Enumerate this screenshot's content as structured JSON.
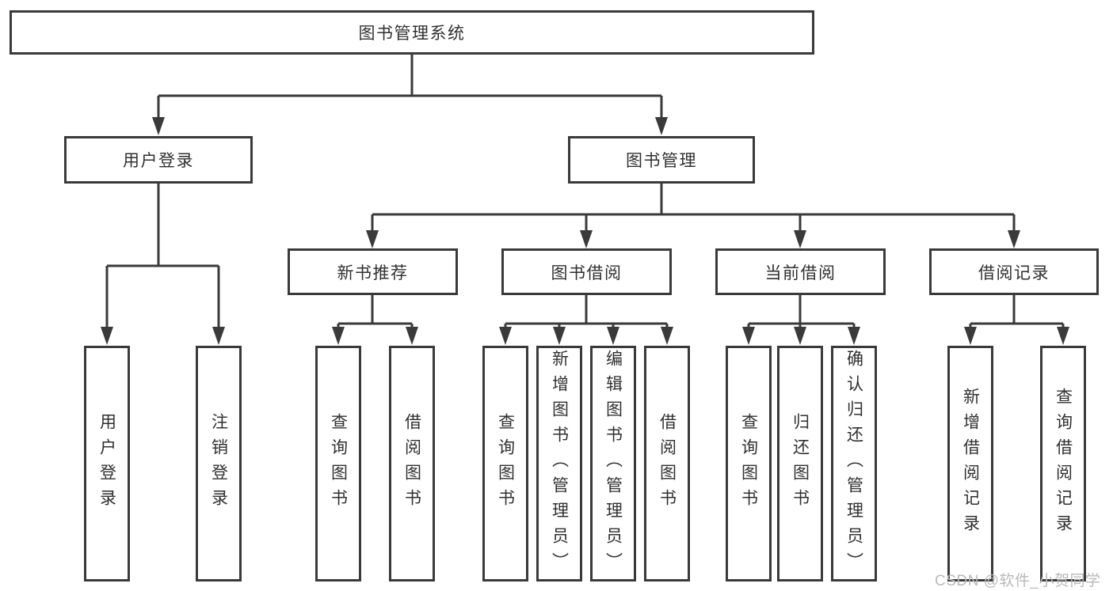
{
  "colors": {
    "line": "#3a3a3a",
    "border": "#3a3a3a",
    "text": "#303030",
    "box_background": "#ffffff",
    "page_background": "#ffffff",
    "watermark": "#b9b9b9"
  },
  "tree": {
    "root": {
      "label": "图书管理系统"
    },
    "children": [
      {
        "label": "用户登录",
        "children": [
          {
            "label": "用户登录"
          },
          {
            "label": "注销登录"
          }
        ]
      },
      {
        "label": "图书管理",
        "children": [
          {
            "label": "新书推荐",
            "children": [
              {
                "label": "查询图书"
              },
              {
                "label": "借阅图书"
              }
            ]
          },
          {
            "label": "图书借阅",
            "children": [
              {
                "label": "查询图书"
              },
              {
                "label": "新增图书（管理员）"
              },
              {
                "label": "编辑图书（管理员）"
              },
              {
                "label": "借阅图书"
              }
            ]
          },
          {
            "label": "当前借阅",
            "children": [
              {
                "label": "查询图书"
              },
              {
                "label": "归还图书"
              },
              {
                "label": "确认归还（管理员）"
              }
            ]
          },
          {
            "label": "借阅记录",
            "children": [
              {
                "label": "新增借阅记录"
              },
              {
                "label": "查询借阅记录"
              }
            ]
          }
        ]
      }
    ]
  },
  "watermark": {
    "text": "CSDN @软件_小贺同学"
  }
}
